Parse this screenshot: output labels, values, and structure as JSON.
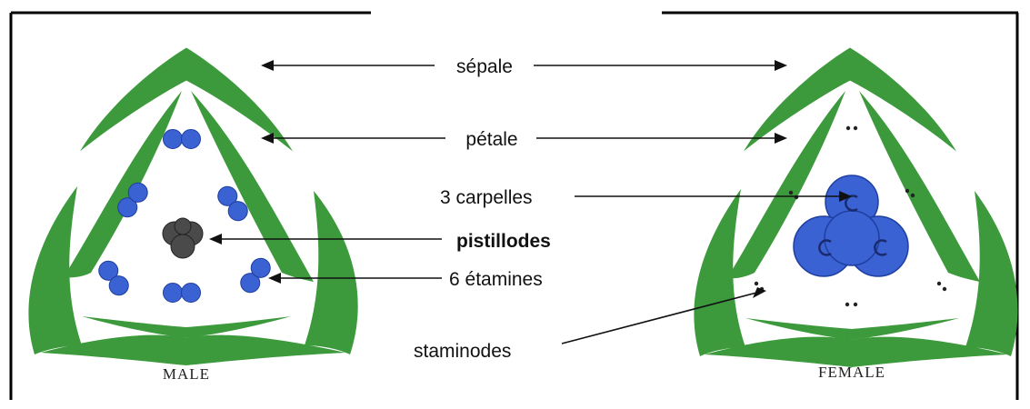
{
  "labels": {
    "sepale": "sépale",
    "petale": "pétale",
    "carpelles": "3 carpelles",
    "pistillodes": "pistillodes",
    "etamines": "6 étamines",
    "staminodes": "staminodes"
  },
  "captions": {
    "male": "MALE",
    "female": "FEMALE"
  },
  "colors": {
    "sepal_petal_green": "#3c9a3c",
    "stamen_blue": "#3b62d3",
    "pistillode_gray": "#4a4a4a",
    "frame": "#000000"
  }
}
